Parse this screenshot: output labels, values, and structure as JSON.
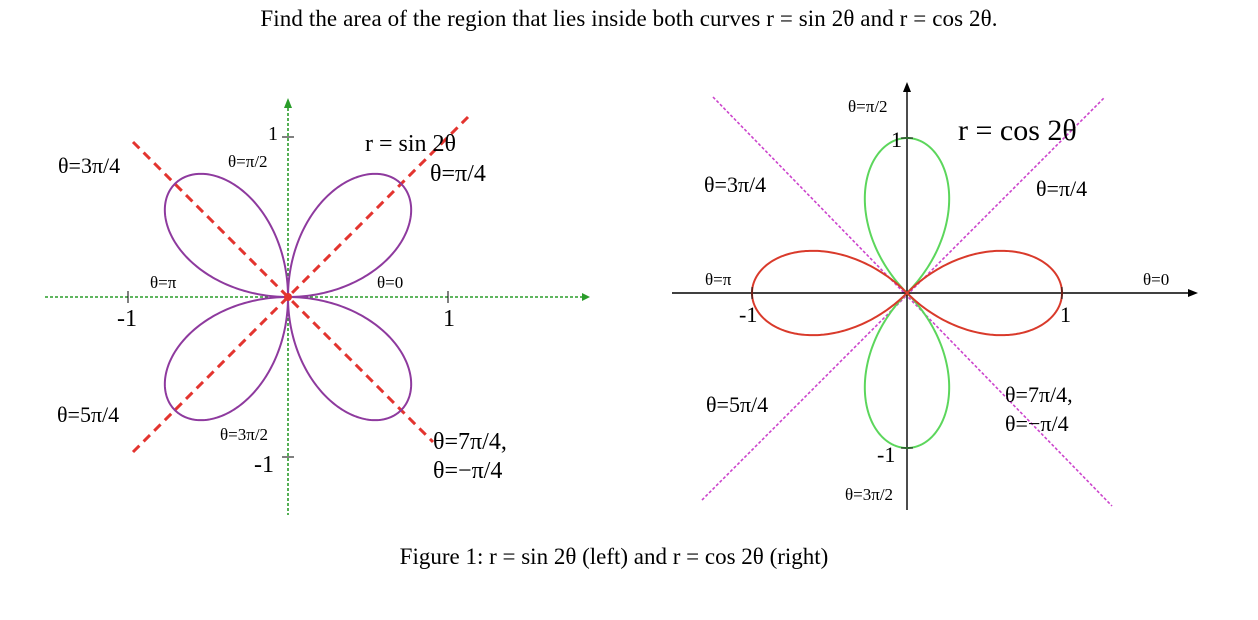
{
  "problem": {
    "text": "Find the area of the region that lies inside both curves r = sin 2θ and r = cos 2θ."
  },
  "caption": {
    "text": "Figure 1: r = sin 2θ (left) and r = cos 2θ (right)"
  },
  "left_plot": {
    "title": "r = sin 2θ",
    "labels": {
      "theta_3pi_4": "θ=3π/4",
      "theta_pi_2": "θ=π/2",
      "theta_pi_4": "θ=π/4",
      "theta_pi": "θ=π",
      "theta_0": "θ=0",
      "theta_5pi_4": "θ=5π/4",
      "theta_3pi_2": "θ=3π/2",
      "theta_7pi_4": "θ=7π/4,",
      "theta_neg_pi_4": "θ=−π/4",
      "tick_y_pos": "1",
      "tick_y_neg": "-1",
      "tick_x_neg": "-1",
      "tick_x_pos": "1"
    },
    "colors": {
      "curve": "#8e3a9e",
      "lines": "#e3342f",
      "axes": "#2a9d2a"
    }
  },
  "right_plot": {
    "title": "r = cos 2θ",
    "labels": {
      "theta_pi_2": "θ=π/2",
      "theta_3pi_4": "θ=3π/4",
      "theta_pi_4": "θ=π/4",
      "theta_pi": "θ=π",
      "theta_0": "θ=0",
      "tick_x_neg": "-1",
      "tick_x_pos": "1",
      "tick_y_pos": "1",
      "tick_y_neg": "-1",
      "theta_5pi_4": "θ=5π/4",
      "theta_7pi_4": "θ=7π/4,",
      "theta_neg_pi_4": "θ=−π/4",
      "theta_3pi_2": "θ=3π/2"
    },
    "colors": {
      "horizontal_petals": "#d93a2b",
      "vertical_petals": "#5cd65c",
      "lines": "#cc44cc",
      "axes": "#000000"
    }
  }
}
